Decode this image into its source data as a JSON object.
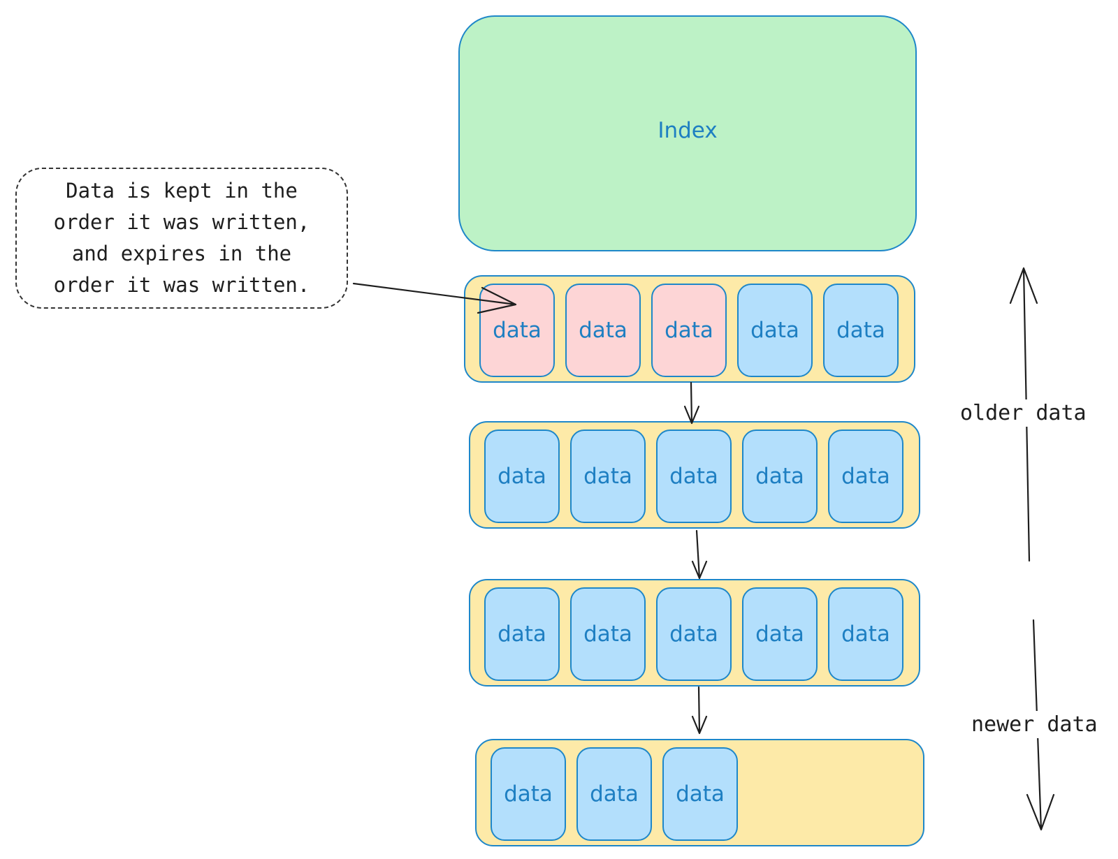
{
  "index": {
    "label": "Index"
  },
  "callout": {
    "lines": [
      "Data is kept in the",
      "order it was written,",
      "and expires in the",
      "order it was written."
    ]
  },
  "segments": [
    {
      "cells": [
        {
          "label": "data",
          "state": "expiring"
        },
        {
          "label": "data",
          "state": "expiring"
        },
        {
          "label": "data",
          "state": "expiring"
        },
        {
          "label": "data",
          "state": "live"
        },
        {
          "label": "data",
          "state": "live"
        }
      ]
    },
    {
      "cells": [
        {
          "label": "data",
          "state": "live"
        },
        {
          "label": "data",
          "state": "live"
        },
        {
          "label": "data",
          "state": "live"
        },
        {
          "label": "data",
          "state": "live"
        },
        {
          "label": "data",
          "state": "live"
        }
      ]
    },
    {
      "cells": [
        {
          "label": "data",
          "state": "live"
        },
        {
          "label": "data",
          "state": "live"
        },
        {
          "label": "data",
          "state": "live"
        },
        {
          "label": "data",
          "state": "live"
        },
        {
          "label": "data",
          "state": "live"
        }
      ]
    },
    {
      "cells": [
        {
          "label": "data",
          "state": "live"
        },
        {
          "label": "data",
          "state": "live"
        },
        {
          "label": "data",
          "state": "live"
        }
      ]
    }
  ],
  "axis": {
    "older_label": "older data",
    "newer_label": "newer data"
  },
  "colors": {
    "index_fill": "#bdf2c6",
    "segment_fill": "#fdeaa8",
    "live_cell_fill": "#b3dffc",
    "expiring_cell_fill": "#fdd5d6",
    "stroke": "#1e87c9",
    "text": "#1e7fc2"
  }
}
